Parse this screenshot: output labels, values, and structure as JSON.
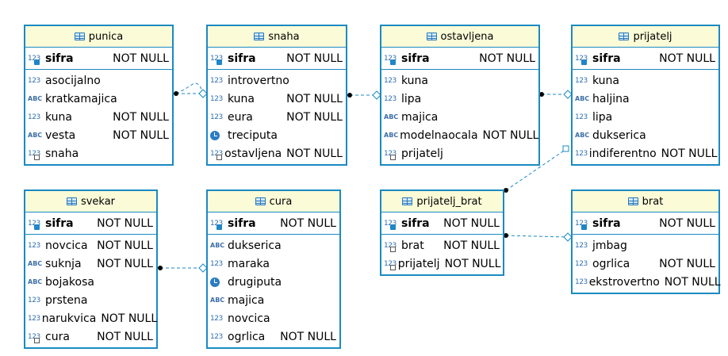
{
  "tables": [
    {
      "id": "punica",
      "title": "punica",
      "pk": [
        {
          "name": "sifra",
          "type": "num",
          "nn": "NOT NULL"
        }
      ],
      "fields": [
        {
          "name": "asocijalno",
          "type": "num",
          "nn": ""
        },
        {
          "name": "kratkamajica",
          "type": "abc",
          "nn": ""
        },
        {
          "name": "kuna",
          "type": "num",
          "nn": "NOT NULL"
        },
        {
          "name": "vesta",
          "type": "abc",
          "nn": "NOT NULL"
        },
        {
          "name": "snaha",
          "type": "num-fk",
          "nn": ""
        }
      ]
    },
    {
      "id": "snaha",
      "title": "snaha",
      "pk": [
        {
          "name": "sifra",
          "type": "num",
          "nn": "NOT NULL"
        }
      ],
      "fields": [
        {
          "name": "introvertno",
          "type": "num",
          "nn": ""
        },
        {
          "name": "kuna",
          "type": "num",
          "nn": "NOT NULL"
        },
        {
          "name": "eura",
          "type": "num",
          "nn": "NOT NULL"
        },
        {
          "name": "treciputa",
          "type": "time",
          "nn": ""
        },
        {
          "name": "ostavljena",
          "type": "num-fk",
          "nn": "NOT NULL"
        }
      ]
    },
    {
      "id": "ostavljena",
      "title": "ostavljena",
      "pk": [
        {
          "name": "sifra",
          "type": "num",
          "nn": "NOT NULL"
        }
      ],
      "fields": [
        {
          "name": "kuna",
          "type": "num",
          "nn": ""
        },
        {
          "name": "lipa",
          "type": "num",
          "nn": ""
        },
        {
          "name": "majica",
          "type": "abc",
          "nn": ""
        },
        {
          "name": "modelnaocala",
          "type": "abc",
          "nn": "NOT NULL"
        },
        {
          "name": "prijatelj",
          "type": "num-fk",
          "nn": ""
        }
      ]
    },
    {
      "id": "prijatelj",
      "title": "prijatelj",
      "pk": [
        {
          "name": "sifra",
          "type": "num",
          "nn": "NOT NULL"
        }
      ],
      "fields": [
        {
          "name": "kuna",
          "type": "num",
          "nn": ""
        },
        {
          "name": "haljina",
          "type": "abc",
          "nn": ""
        },
        {
          "name": "lipa",
          "type": "num",
          "nn": ""
        },
        {
          "name": "dukserica",
          "type": "abc",
          "nn": ""
        },
        {
          "name": "indiferentno",
          "type": "num",
          "nn": "NOT NULL"
        }
      ]
    },
    {
      "id": "svekar",
      "title": "svekar",
      "pk": [
        {
          "name": "sifra",
          "type": "num",
          "nn": "NOT NULL"
        }
      ],
      "fields": [
        {
          "name": "novcica",
          "type": "num",
          "nn": "NOT NULL"
        },
        {
          "name": "suknja",
          "type": "abc",
          "nn": "NOT NULL"
        },
        {
          "name": "bojakosa",
          "type": "abc",
          "nn": ""
        },
        {
          "name": "prstena",
          "type": "num",
          "nn": ""
        },
        {
          "name": "narukvica",
          "type": "num",
          "nn": "NOT NULL"
        },
        {
          "name": "cura",
          "type": "num-fk",
          "nn": "NOT NULL"
        }
      ]
    },
    {
      "id": "cura",
      "title": "cura",
      "pk": [
        {
          "name": "sifra",
          "type": "num",
          "nn": "NOT NULL"
        }
      ],
      "fields": [
        {
          "name": "dukserica",
          "type": "abc",
          "nn": ""
        },
        {
          "name": "maraka",
          "type": "num",
          "nn": ""
        },
        {
          "name": "drugiputa",
          "type": "time",
          "nn": ""
        },
        {
          "name": "majica",
          "type": "abc",
          "nn": ""
        },
        {
          "name": "novcica",
          "type": "num",
          "nn": ""
        },
        {
          "name": "ogrlica",
          "type": "num",
          "nn": "NOT NULL"
        }
      ]
    },
    {
      "id": "prijatelj_brat",
      "title": "prijatelj_brat",
      "pk": [
        {
          "name": "sifra",
          "type": "num",
          "nn": "NOT NULL"
        }
      ],
      "fields": [
        {
          "name": "brat",
          "type": "num-fk",
          "nn": "NOT NULL"
        },
        {
          "name": "prijatelj",
          "type": "num-fk",
          "nn": "NOT NULL"
        }
      ]
    },
    {
      "id": "brat",
      "title": "brat",
      "pk": [
        {
          "name": "sifra",
          "type": "num",
          "nn": "NOT NULL"
        }
      ],
      "fields": [
        {
          "name": "jmbag",
          "type": "num",
          "nn": ""
        },
        {
          "name": "ogrlica",
          "type": "num",
          "nn": "NOT NULL"
        },
        {
          "name": "ekstrovertno",
          "type": "num",
          "nn": "NOT NULL"
        }
      ]
    }
  ],
  "colors": {
    "border": "#1b8ac2",
    "header": "#fbfbd8",
    "link": "#1b8ac2"
  }
}
